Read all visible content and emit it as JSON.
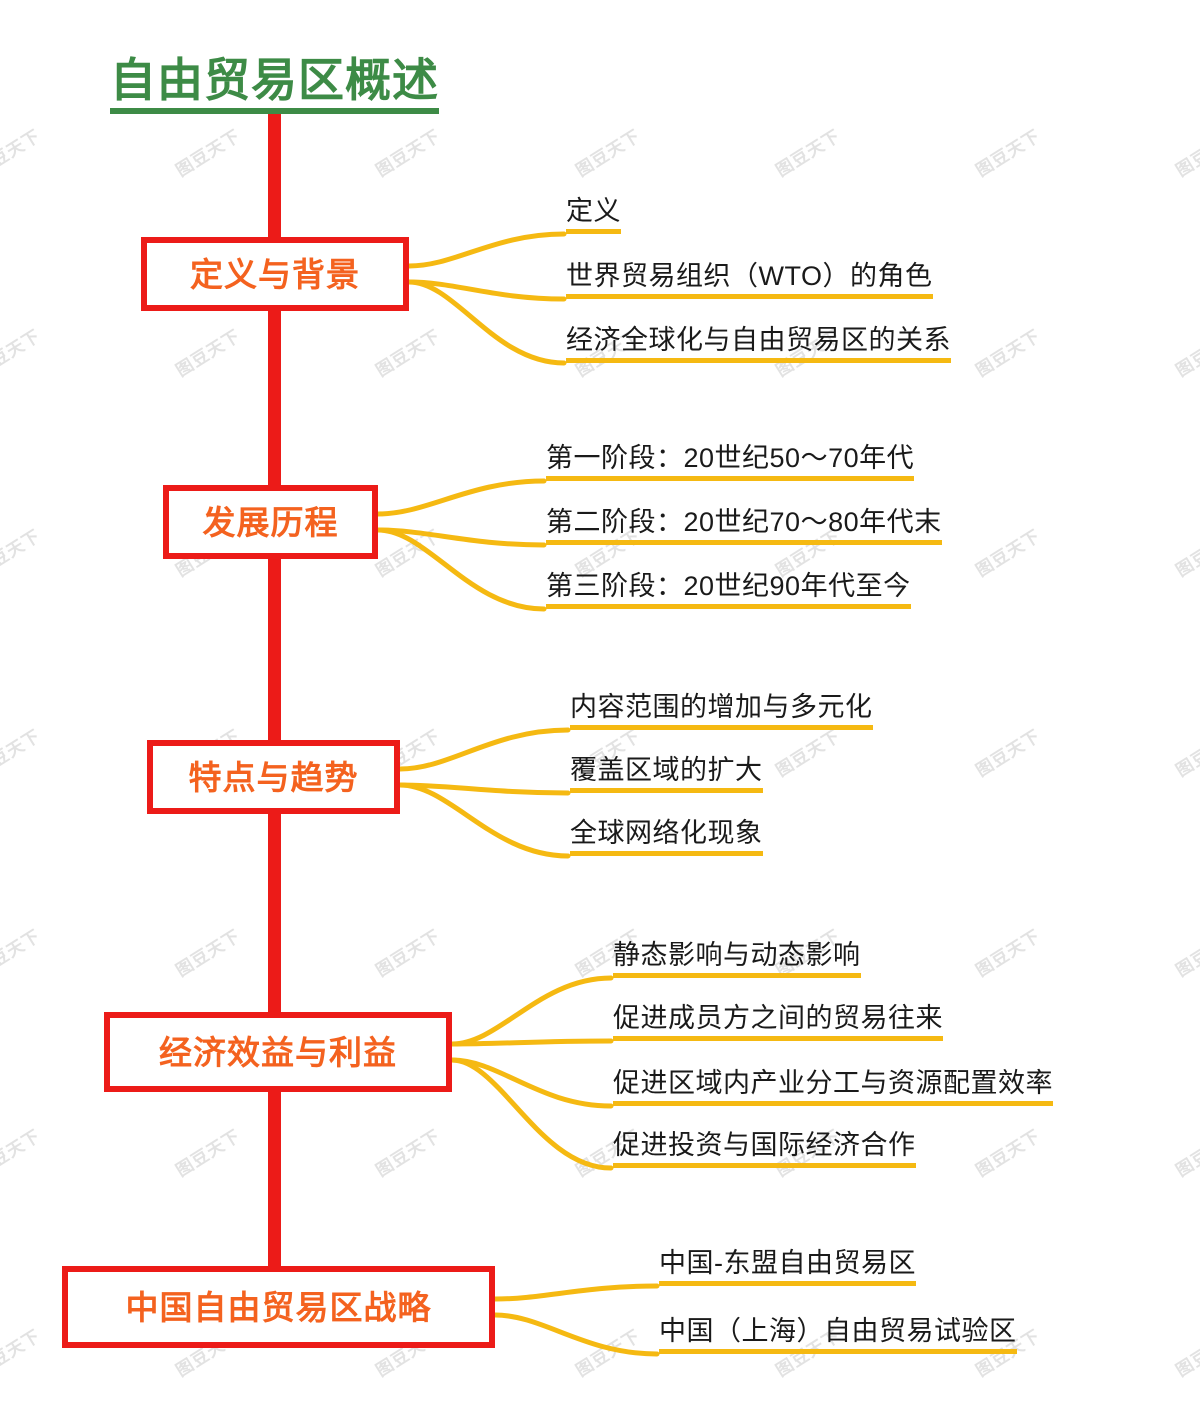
{
  "title": {
    "text": "自由贸易区概述",
    "color": "#3d8b46"
  },
  "watermark": {
    "text": "图豆天下",
    "color": "#e2e2e2"
  },
  "colors": {
    "trunk": "#ec1b18",
    "node_border": "#ec1b18",
    "node_text": "#f4621f",
    "connector": "#f5b912",
    "leaf_text": "#1a1a1a",
    "leaf_underline": "#f5b912"
  },
  "branches": [
    {
      "label": "定义与背景",
      "leaves": [
        "定义",
        "世界贸易组织（WTO）的角色",
        "经济全球化与自由贸易区的关系"
      ]
    },
    {
      "label": "发展历程",
      "leaves": [
        "第一阶段：20世纪50～70年代",
        "第二阶段：20世纪70～80年代末",
        "第三阶段：20世纪90年代至今"
      ]
    },
    {
      "label": "特点与趋势",
      "leaves": [
        "内容范围的增加与多元化",
        "覆盖区域的扩大",
        "全球网络化现象"
      ]
    },
    {
      "label": "经济效益与利益",
      "leaves": [
        "静态影响与动态影响",
        "促进成员方之间的贸易往来",
        "促进区域内产业分工与资源配置效率",
        "促进投资与国际经济合作"
      ]
    },
    {
      "label": "中国自由贸易区战略",
      "leaves": [
        "中国-东盟自由贸易区",
        "中国（上海）自由贸易试验区"
      ]
    }
  ]
}
